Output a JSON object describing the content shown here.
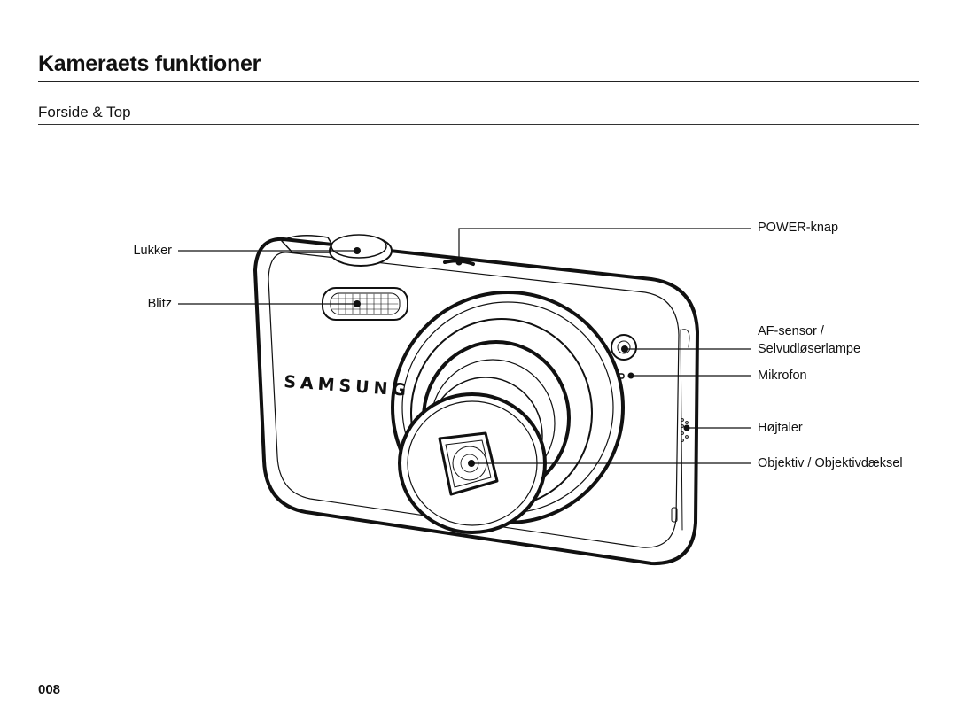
{
  "header": {
    "title": "Kameraets funktioner",
    "subtitle": "Forside & Top"
  },
  "camera": {
    "brand": "SAMSUNG"
  },
  "callouts": {
    "shutter": "Lukker",
    "flash": "Blitz",
    "power": "POWER-knap",
    "af_sensor_1": "AF-sensor /",
    "af_sensor_2": "Selvudløserlampe",
    "microphone": "Mikrofon",
    "speaker": "Højtaler",
    "lens": "Objektiv / Objektivdæksel"
  },
  "footer": {
    "page_number": "008"
  }
}
